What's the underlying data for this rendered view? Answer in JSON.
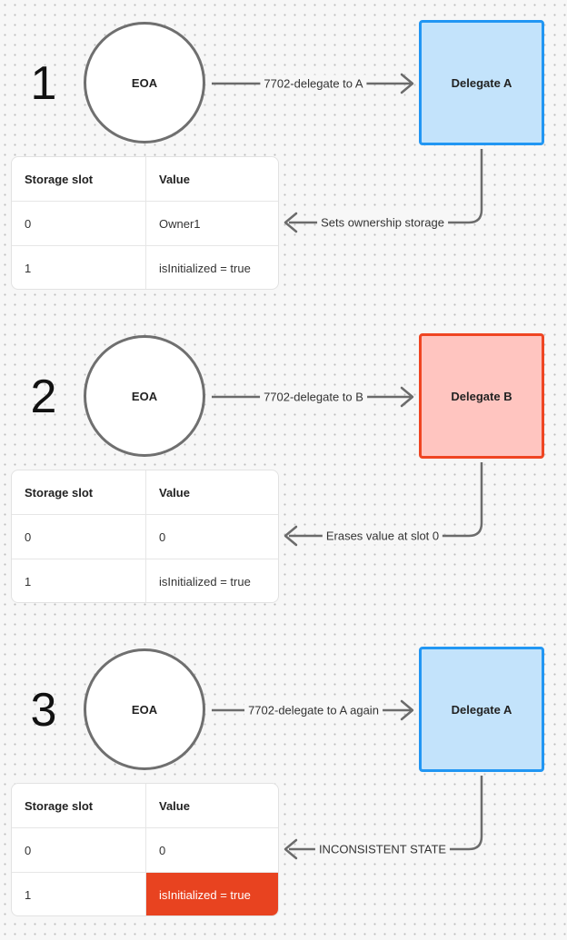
{
  "panels": [
    {
      "step": "1",
      "eoa_label": "EOA",
      "delegate_label": "Delegate A",
      "delegate_style": "blue",
      "arrow_label": "7702-delegate to A",
      "return_label": "Sets ownership storage",
      "table": {
        "headers": [
          "Storage slot",
          "Value"
        ],
        "rows": [
          {
            "slot": "0",
            "value": "Owner1",
            "highlight": false
          },
          {
            "slot": "1",
            "value": "isInitialized = true",
            "highlight": false
          }
        ]
      }
    },
    {
      "step": "2",
      "eoa_label": "EOA",
      "delegate_label": "Delegate B",
      "delegate_style": "red",
      "arrow_label": "7702-delegate to B",
      "return_label": "Erases value at slot 0",
      "table": {
        "headers": [
          "Storage slot",
          "Value"
        ],
        "rows": [
          {
            "slot": "0",
            "value": "0",
            "highlight": false
          },
          {
            "slot": "1",
            "value": "isInitialized = true",
            "highlight": false
          }
        ]
      }
    },
    {
      "step": "3",
      "eoa_label": "EOA",
      "delegate_label": "Delegate A",
      "delegate_style": "blue",
      "arrow_label": "7702-delegate to A again",
      "return_label": "INCONSISTENT STATE",
      "table": {
        "headers": [
          "Storage slot",
          "Value"
        ],
        "rows": [
          {
            "slot": "0",
            "value": "0",
            "highlight": false
          },
          {
            "slot": "1",
            "value": "isInitialized = true",
            "highlight": true
          }
        ]
      }
    }
  ],
  "colors": {
    "background": "#f7f7f7",
    "grid_dot": "#bdbdbd",
    "blue_fill": "#c3e3fb",
    "blue_border": "#2196f3",
    "red_fill": "#ffc5c0",
    "red_border": "#ef4522",
    "alert_fill": "#e84320",
    "connector": "#6b6b6b"
  }
}
